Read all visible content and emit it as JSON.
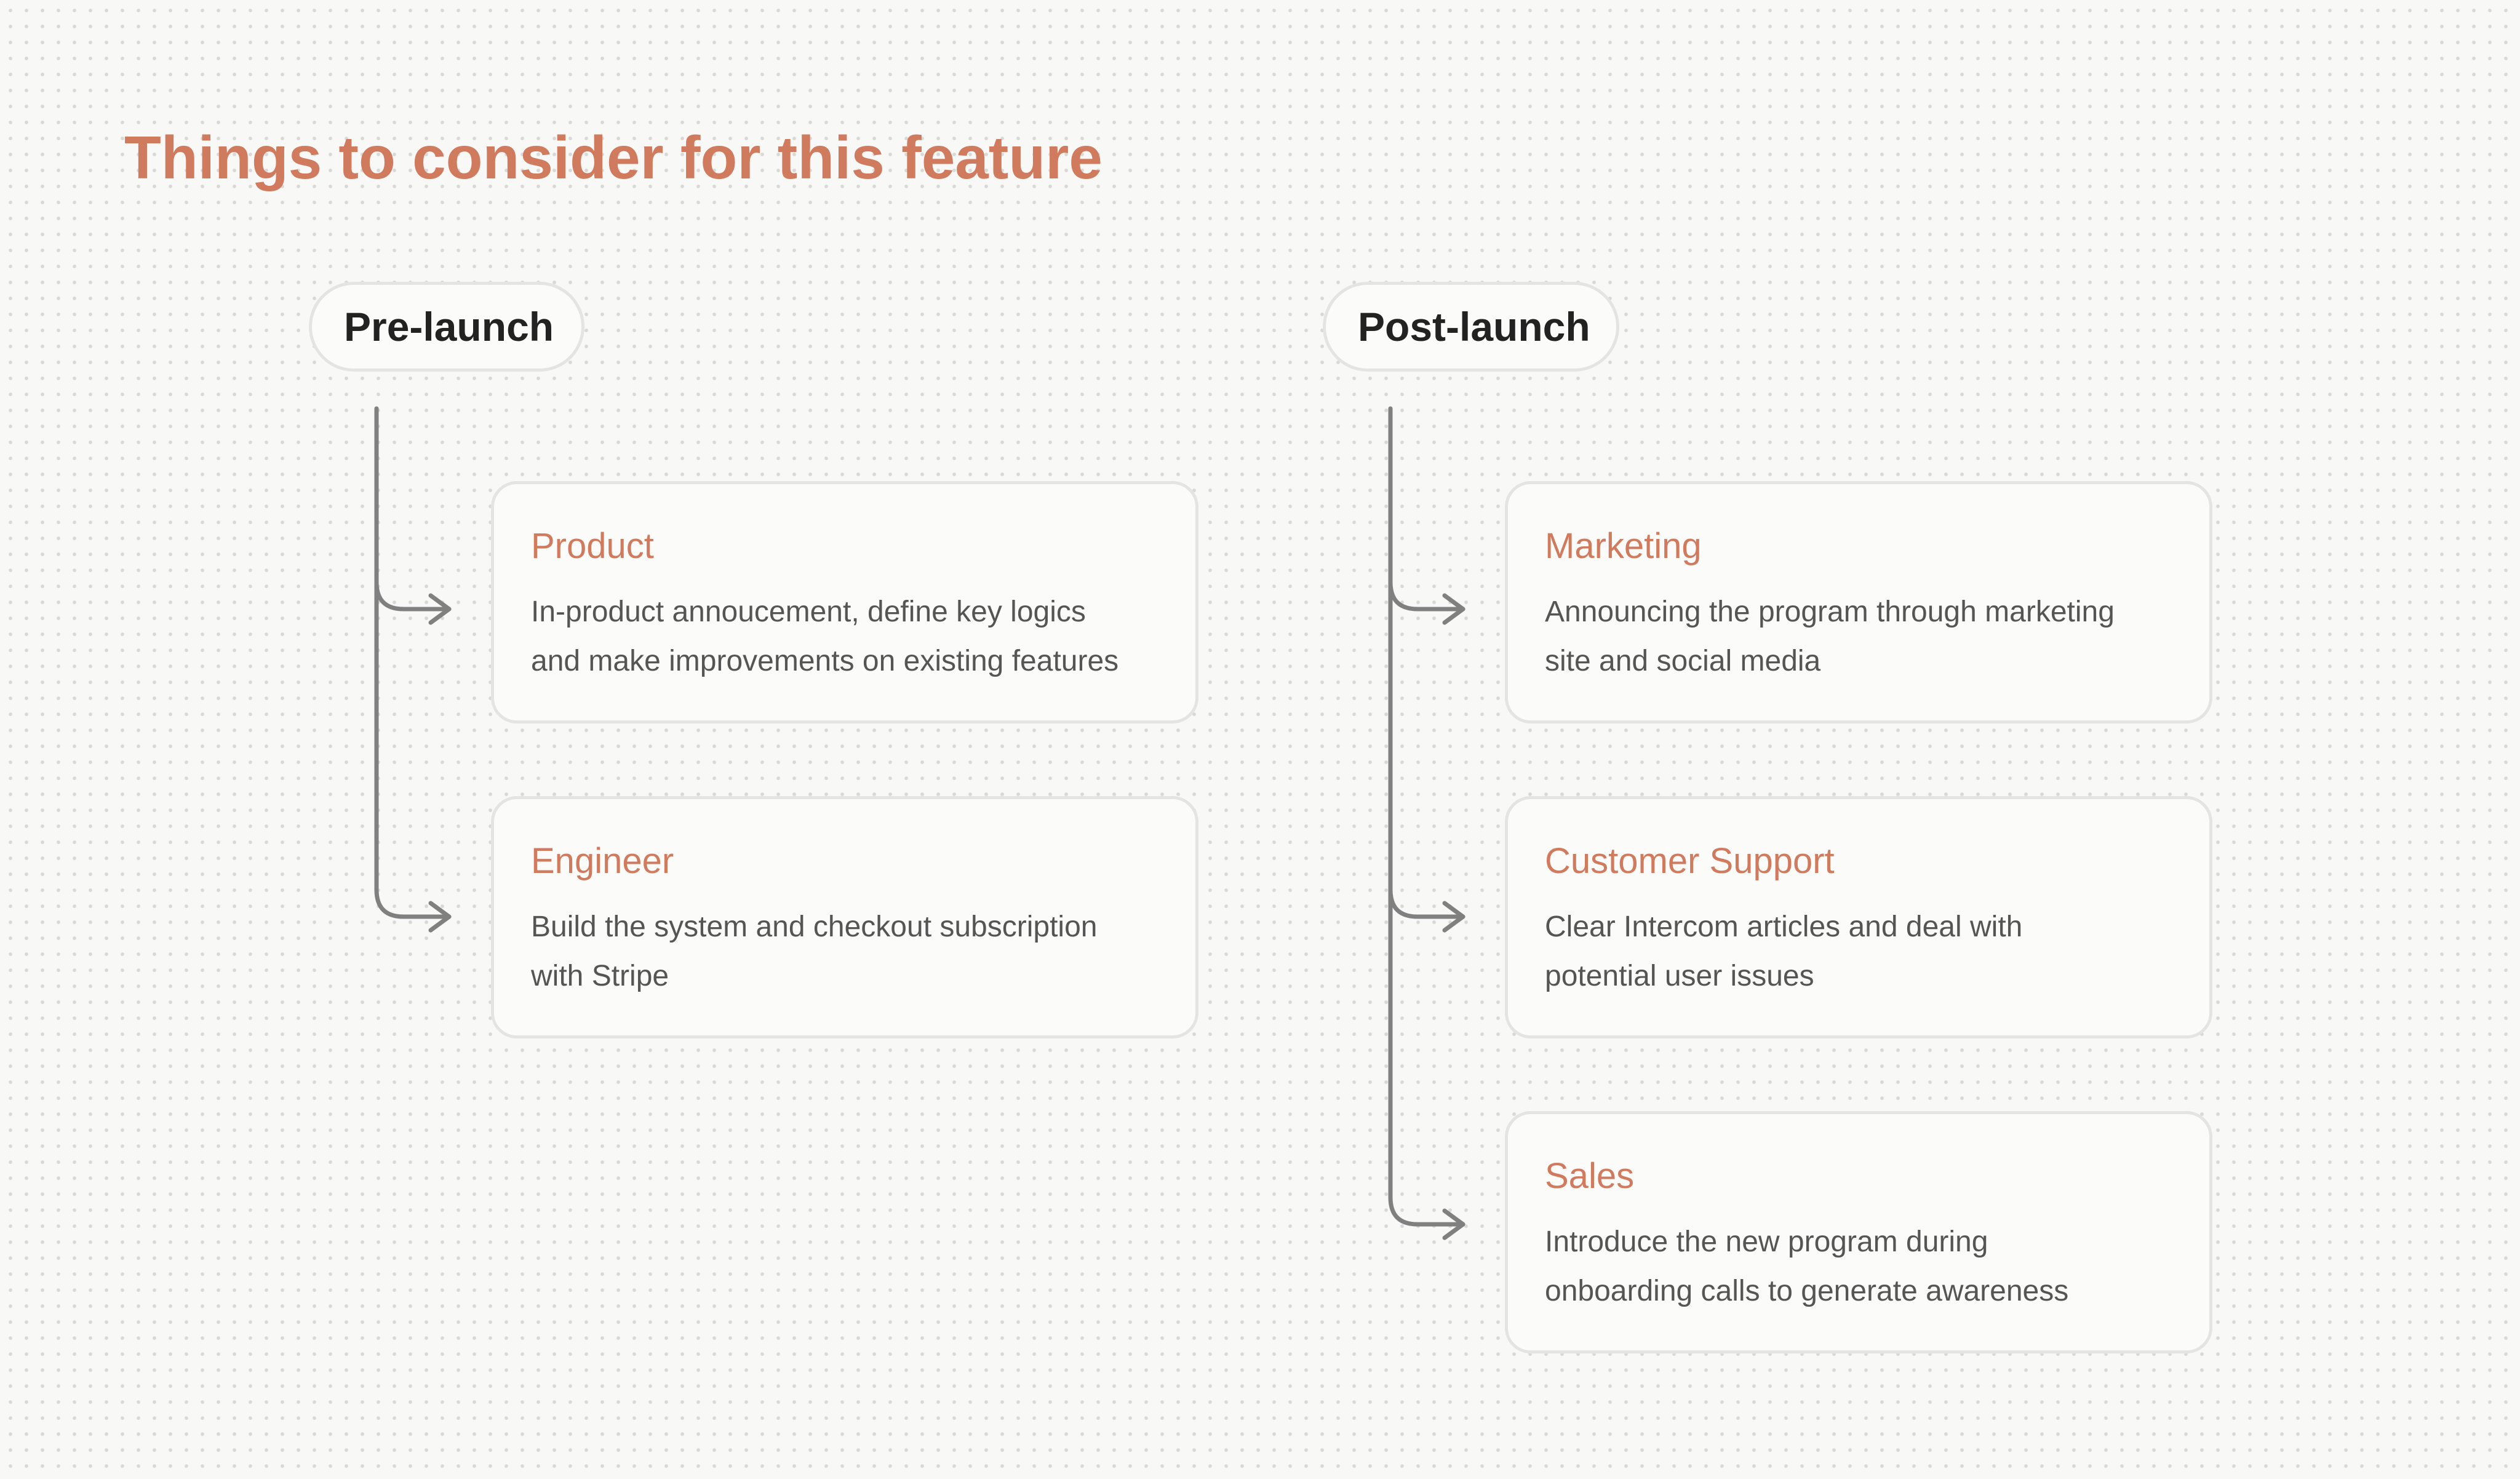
{
  "title": "Things to consider for this feature",
  "colors": {
    "accent": "#d07a5e",
    "connector": "#808080",
    "card_border": "#e4e4e2",
    "text_dark": "#222222",
    "text_body": "#555555"
  },
  "columns": [
    {
      "label": "Pre-launch",
      "cards": [
        {
          "title": "Product",
          "text": "In-product annoucement, define key logics\nand make improvements on existing features"
        },
        {
          "title": "Engineer",
          "text": "Build the system and checkout subscription\nwith Stripe"
        }
      ]
    },
    {
      "label": "Post-launch",
      "cards": [
        {
          "title": "Marketing",
          "text": "Announcing the program through marketing\nsite and social media"
        },
        {
          "title": "Customer Support",
          "text": "Clear Intercom articles and deal with\npotential user issues"
        },
        {
          "title": "Sales",
          "text": "Introduce the new program during\nonboarding calls to generate awareness"
        }
      ]
    }
  ]
}
